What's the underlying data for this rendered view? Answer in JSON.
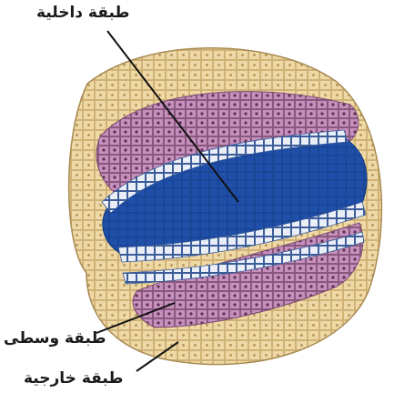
{
  "labels": {
    "inner_layer": "طبقة داخلية",
    "middle_layer": "طبقة وسطى",
    "outer_layer": "طبقة خارجية"
  },
  "colors": {
    "inner_layer": "#1f4fa8",
    "middle_layer": "#c98fbf",
    "outer_layer": "#ecd8a6",
    "inner_outline": "#e9eef7",
    "cell_outline": "#7a4a6e"
  }
}
